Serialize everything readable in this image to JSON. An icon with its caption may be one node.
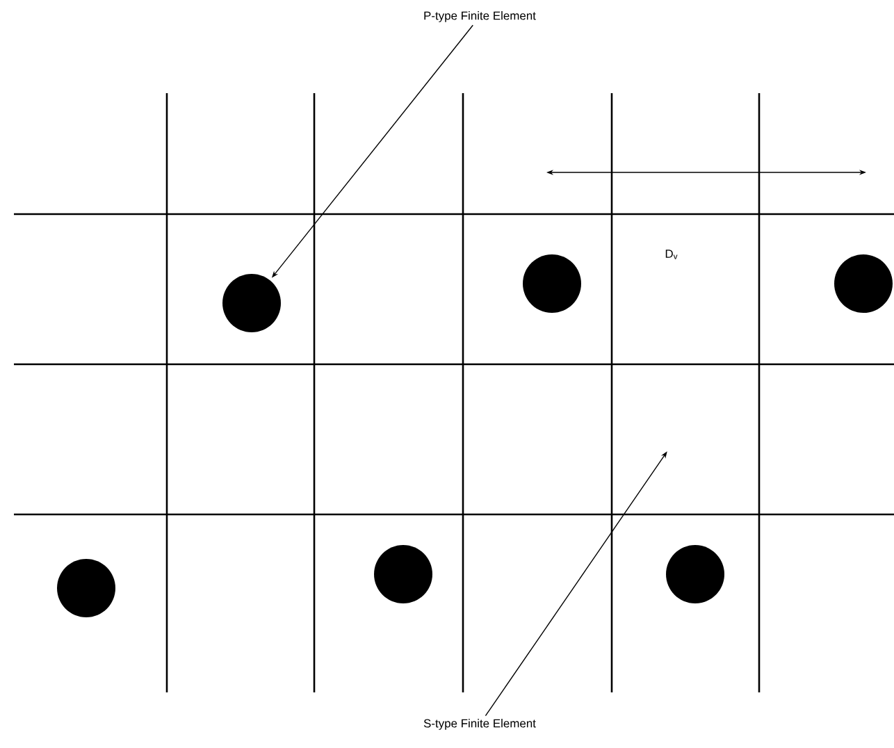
{
  "diagram": {
    "nodes": [
      {
        "text": [
          "P-type Finite Element"
        ]
      },
      {
        "text": [],
        "shape": "circle"
      },
      {
        "text": [],
        "shape": "circle"
      },
      {
        "text": [],
        "shape": "circle"
      },
      {
        "text": [],
        "shape": "circle"
      },
      {
        "text": [],
        "shape": "circle"
      },
      {
        "text": [],
        "shape": "circle"
      },
      {
        "text": [
          "S-type Finite Element"
        ]
      }
    ],
    "edges": [
      {
        "from": 0,
        "to": 1,
        "arrow": "to"
      },
      {
        "from": 7,
        "to": null,
        "arrow": "to"
      }
    ],
    "labels": [
      "D$_{v}$"
    ]
  }
}
